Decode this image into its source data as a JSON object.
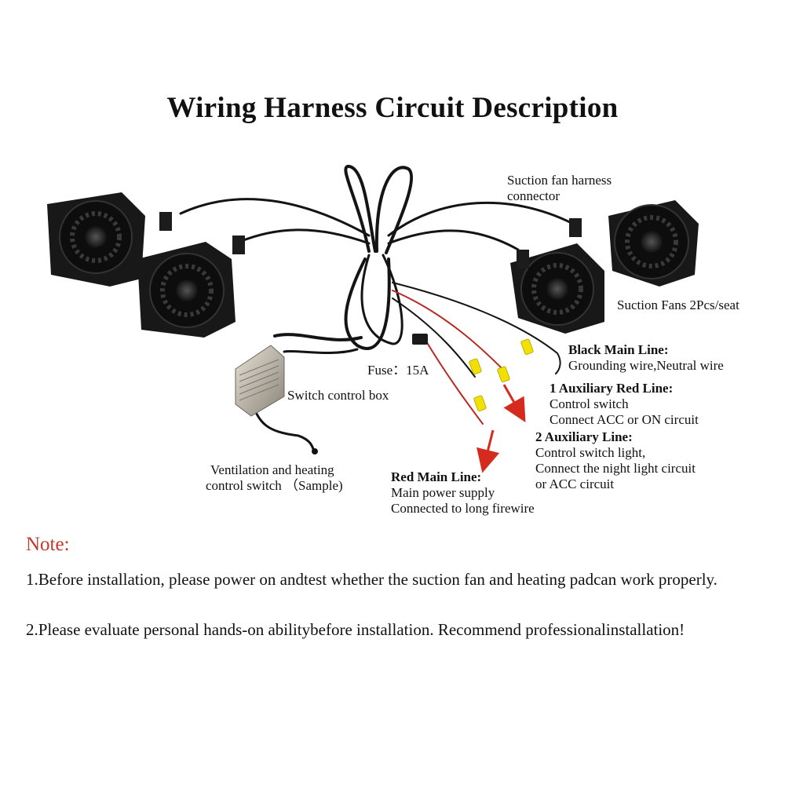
{
  "title": "Wiring Harness Circuit Description",
  "labels": {
    "suction_connector": [
      "Suction fan harness",
      "connector"
    ],
    "suction_fans": "Suction Fans 2Pcs/seat",
    "fuse": "Fuse：15A",
    "switch_box": "Switch control box",
    "control_switch": [
      "Ventilation and heating",
      "control switch （Sample)"
    ],
    "black_main": {
      "heading": "Black Main Line:",
      "lines": [
        "Grounding wire,Neutral wire"
      ]
    },
    "aux_red": {
      "heading": "1 Auxiliary Red Line:",
      "lines": [
        "Control switch",
        "Connect ACC or ON circuit"
      ]
    },
    "aux2": {
      "heading": "2 Auxiliary Line:",
      "lines": [
        "Control switch light,",
        "Connect the night light circuit",
        "or ACC circuit"
      ]
    },
    "red_main": {
      "heading": "Red Main Line:",
      "lines": [
        "Main power supply",
        "Connected to long firewire"
      ]
    }
  },
  "note": {
    "heading": "Note:",
    "items": [
      "1.Before installation, please power on andtest whether the suction fan and heating padcan work properly.",
      "2.Please evaluate personal hands-on abilitybefore installation. Recommend professionalinstallation!"
    ]
  },
  "colors": {
    "note_heading": "#c0392b",
    "arrow": "#d62a1e",
    "wire": "#141414",
    "tag": "#f2e000"
  }
}
